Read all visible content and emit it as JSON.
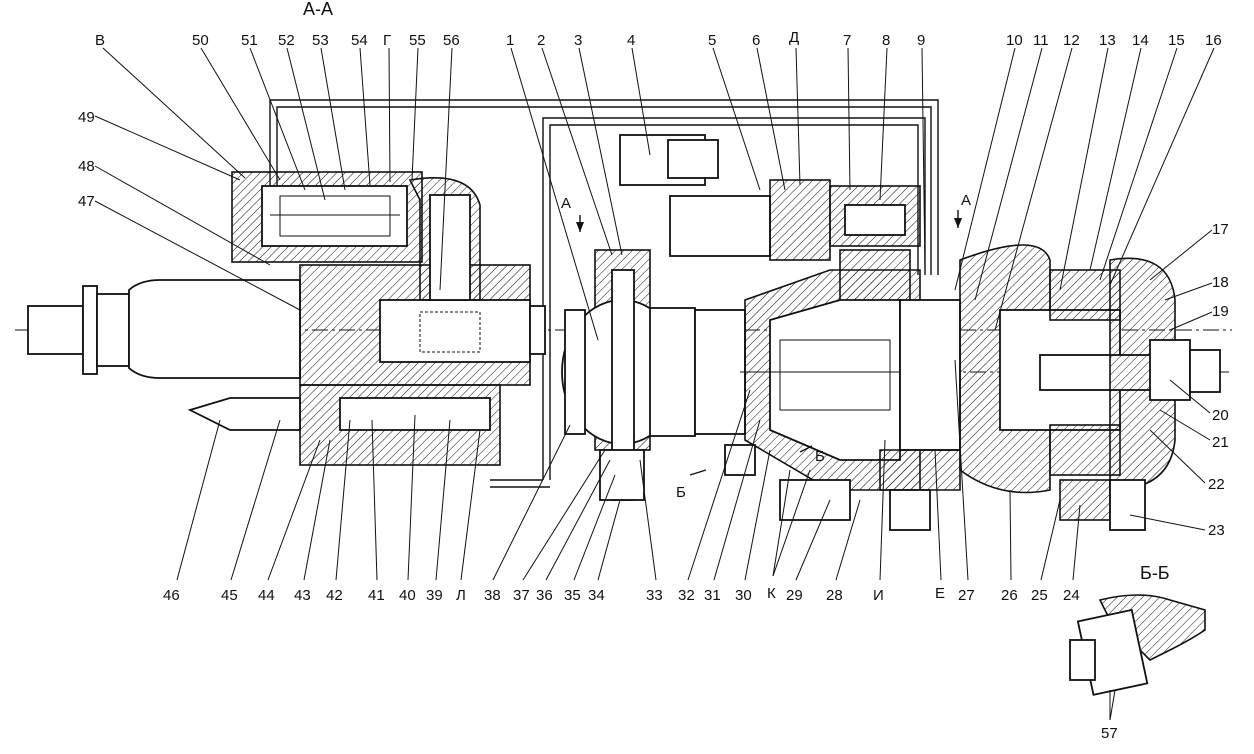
{
  "section_titles": {
    "main": "А-А",
    "detail": "Б-Б"
  },
  "top_labels": [
    "В",
    "50",
    "51",
    "52",
    "53",
    "54",
    "Г",
    "55",
    "56",
    "1",
    "2",
    "3",
    "4",
    "5",
    "6",
    "Д",
    "7",
    "8",
    "9",
    "10",
    "11",
    "12",
    "13",
    "14",
    "15",
    "16"
  ],
  "right_labels": [
    "17",
    "18",
    "19",
    "20",
    "21",
    "22",
    "23"
  ],
  "left_labels": [
    "49",
    "48",
    "47"
  ],
  "bottom_labels": [
    "46",
    "45",
    "44",
    "43",
    "42",
    "41",
    "40",
    "39",
    "Л",
    "38",
    "37",
    "36",
    "35",
    "34",
    "33",
    "32",
    "31",
    "30",
    "К",
    "29",
    "28",
    "И",
    "Е",
    "27",
    "26",
    "25",
    "24"
  ],
  "inline_labels": {
    "section_a_left": "А",
    "section_a_right": "А",
    "section_b_left": "Б",
    "section_b_right": "Б"
  },
  "detail_label": "57"
}
